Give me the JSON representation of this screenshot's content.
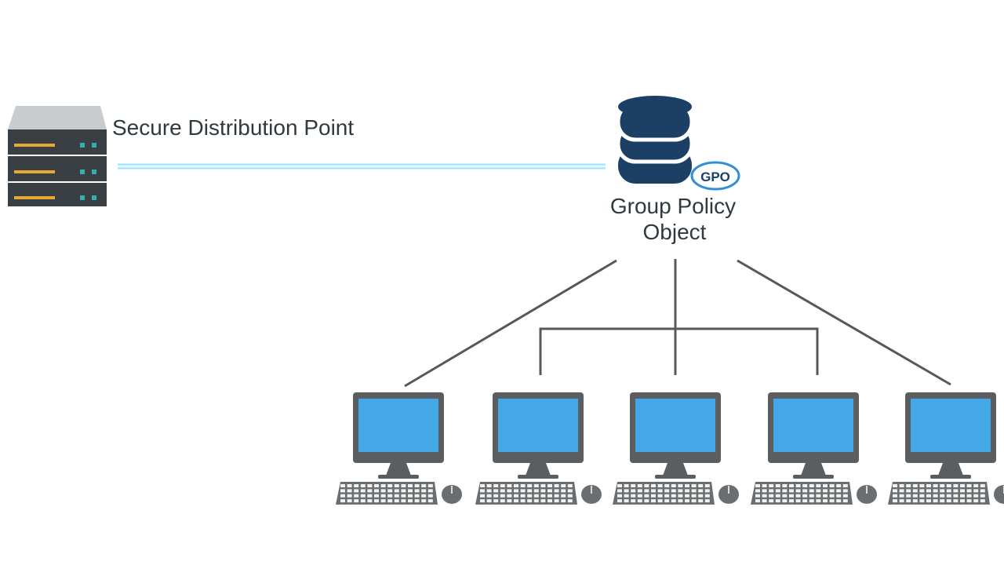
{
  "distribution_point": {
    "label": "Secure Distribution Point",
    "icon": "server-rack-icon"
  },
  "gpo": {
    "label_line1": "Group Policy",
    "label_line2": "Object",
    "badge": "GPO",
    "icon": "database-stack-icon"
  },
  "clients": {
    "count": 5,
    "icon": "desktop-computer-icon"
  },
  "colors": {
    "server_body": "#3a3f44",
    "server_top": "#c9cccf",
    "server_led_amber": "#e6a935",
    "server_led_teal": "#2bb5a8",
    "link_glow": "#6fd3ff",
    "link_core": "#e9fbff",
    "db_navy": "#1c3f66",
    "badge_blue": "#2f8fd8",
    "connector": "#55595c",
    "monitor_frame": "#5a5e61",
    "monitor_screen": "#45a8e6",
    "keyboard": "#6a6e71"
  }
}
